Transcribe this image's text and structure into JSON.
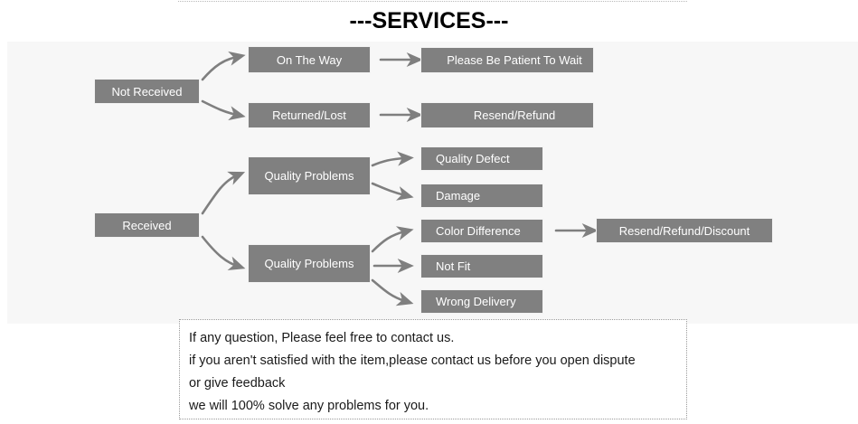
{
  "page": {
    "title": "---SERVICES---",
    "background_color": "#ffffff",
    "panel_color": "#f7f7f7",
    "node_color": "#808080",
    "node_text_color": "#ffffff",
    "arrow_color": "#7f7f7f"
  },
  "flow": {
    "branches": [
      {
        "root": "Not Received",
        "steps": [
          "On The Way",
          "Returned/Lost"
        ],
        "outcomes": [
          "Please Be Patient To Wait",
          "Resend/Refund"
        ]
      },
      {
        "root": "Received",
        "steps": [
          "Quality Problems",
          "Quality Problems"
        ],
        "outcomes": [
          "Quality Defect",
          "Damage",
          "Color Difference",
          "Not Fit",
          "Wrong Delivery"
        ],
        "final": "Resend/Refund/Discount"
      }
    ],
    "nodes": {
      "not_received": "Not Received",
      "on_the_way": "On The Way",
      "returned_lost": "Returned/Lost",
      "please_be_patient": "Please Be Patient To Wait",
      "resend_refund": "Resend/Refund",
      "received": "Received",
      "quality_problems_top": "Quality Problems",
      "quality_problems_bottom": "Quality Problems",
      "quality_defect": "Quality Defect",
      "damage": "Damage",
      "color_difference": "Color Difference",
      "not_fit": "Not Fit",
      "wrong_delivery": "Wrong Delivery",
      "resend_refund_discount": "Resend/Refund/Discount"
    }
  },
  "note": {
    "lines": [
      "If any question, Please feel free to contact us.",
      "if you aren't satisfied with the item,please contact us before you open dispute",
      "or give feedback",
      "we will 100% solve any problems for you."
    ]
  }
}
